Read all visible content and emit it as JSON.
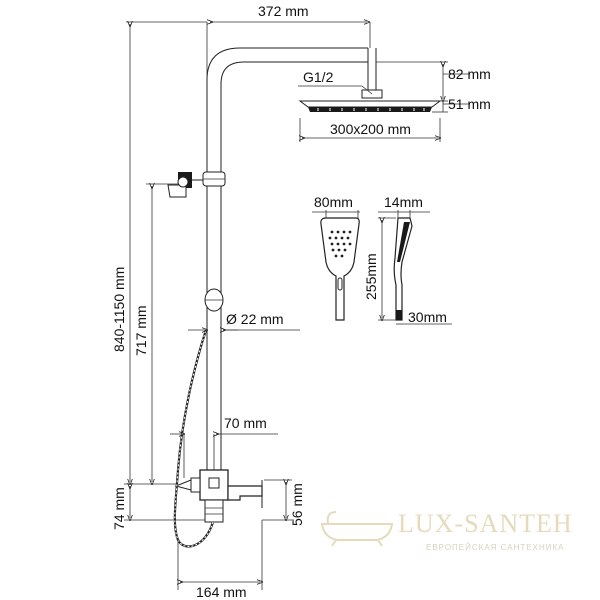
{
  "dimensions": {
    "arm_length": "372 mm",
    "head_height": "82 mm",
    "head_thickness": "51 mm",
    "connection": "G1/2",
    "head_size": "300x200 mm",
    "hand_width": "80mm",
    "hand_depth": "14mm",
    "hand_length": "255mm",
    "hand_base": "30mm",
    "pipe_diameter": "Ø 22 mm",
    "total_height": "840-1150 mm",
    "holder_height": "717 mm",
    "spout_length": "70 mm",
    "base_height": "74 mm",
    "spout_height": "56 mm",
    "base_width": "164 mm"
  },
  "watermark": {
    "brand": "LUX-SANTEH",
    "subtitle": "ЕВРОПЕЙСКАЯ САНТЕХНИКА",
    "color": "#e4d6b4"
  }
}
